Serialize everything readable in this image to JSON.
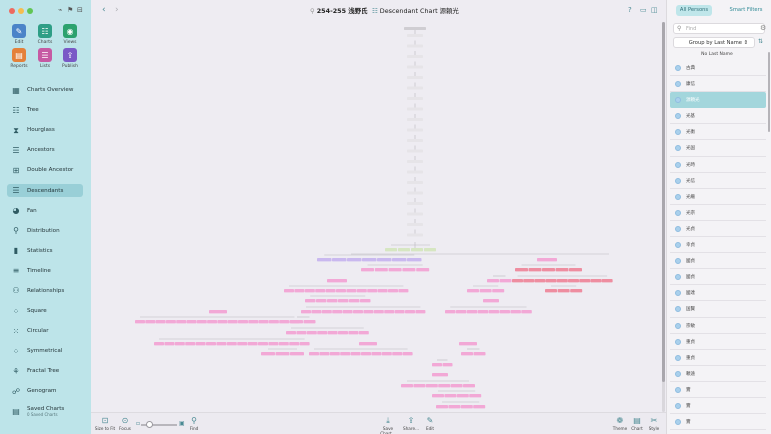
{
  "colors": {
    "sidebar_bg": "#bde4e9",
    "accent": "#4a8a93",
    "selected_row": "#a3d6dc",
    "tab_active_bg": "#bfe6ea",
    "tab_active_text": "#2f6f78",
    "pink_box": "#f2a8d6",
    "purple_box": "#c9b8ef",
    "red_box": "#ee8da0",
    "gray_box": "#e6e4e8",
    "green_box": "#d6e6c2"
  },
  "toolbar": {
    "tools": [
      {
        "label": "Edit",
        "icon": "pencil-icon",
        "color": "#4b84c8"
      },
      {
        "label": "Charts",
        "icon": "charts-icon",
        "color": "#2e9e86"
      },
      {
        "label": "Views",
        "icon": "eye-icon",
        "color": "#2ca26e"
      },
      {
        "label": "Reports",
        "icon": "reports-icon",
        "color": "#e4813a"
      },
      {
        "label": "Lists",
        "icon": "lists-icon",
        "color": "#c65aa3"
      },
      {
        "label": "Publish",
        "icon": "publish-icon",
        "color": "#7a59c6"
      }
    ]
  },
  "sidebar": {
    "items": [
      {
        "label": "Charts Overview",
        "icon": "grid-icon",
        "glyph": "▦"
      },
      {
        "label": "Tree",
        "icon": "tree-icon",
        "glyph": "☷"
      },
      {
        "label": "Hourglass",
        "icon": "hourglass-icon",
        "glyph": "⧗"
      },
      {
        "label": "Ancestors",
        "icon": "ancestors-icon",
        "glyph": "☰"
      },
      {
        "label": "Double Ancestor",
        "icon": "double-ancestor-icon",
        "glyph": "⊞"
      },
      {
        "label": "Descendants",
        "icon": "descendants-icon",
        "glyph": "☰",
        "active": true
      },
      {
        "label": "Fan",
        "icon": "fan-icon",
        "glyph": "◕"
      },
      {
        "label": "Distribution",
        "icon": "distribution-icon",
        "glyph": "⚲"
      },
      {
        "label": "Statistics",
        "icon": "statistics-icon",
        "glyph": "▮"
      },
      {
        "label": "Timeline",
        "icon": "timeline-icon",
        "glyph": "≡"
      },
      {
        "label": "Relationships",
        "icon": "relationships-icon",
        "glyph": "⚇"
      },
      {
        "label": "Square",
        "icon": "square-icon",
        "glyph": "⁘"
      },
      {
        "label": "Circular",
        "icon": "circular-icon",
        "glyph": "⁙"
      },
      {
        "label": "Symmetrical",
        "icon": "symmetrical-icon",
        "glyph": "⁘"
      },
      {
        "label": "Fractal Tree",
        "icon": "fractal-tree-icon",
        "glyph": "⚘"
      },
      {
        "label": "Genogram",
        "icon": "genogram-icon",
        "glyph": "☍"
      },
      {
        "label": "Saved Charts",
        "icon": "saved-charts-icon",
        "glyph": "▤",
        "sub": "0 Saved Charts"
      }
    ]
  },
  "header": {
    "person_label": "254-255 浅野氏",
    "chart_label": "Descendant Chart 源頼光"
  },
  "bottombar": {
    "left_tools": [
      {
        "label": "Size to Fit",
        "icon": "size-to-fit-icon",
        "glyph": "⊡"
      },
      {
        "label": "Focus",
        "icon": "focus-icon",
        "glyph": "⊙"
      }
    ],
    "find_label": "Find",
    "right_tools": [
      {
        "label": "Save Chart...",
        "icon": "save-chart-icon",
        "glyph": "⤓"
      },
      {
        "label": "Share...",
        "icon": "share-icon",
        "glyph": "⇪"
      },
      {
        "label": "Edit",
        "icon": "edit-icon",
        "glyph": "✎"
      }
    ],
    "far_right_tools": [
      {
        "label": "Theme",
        "icon": "theme-icon",
        "glyph": "❁"
      },
      {
        "label": "Chart",
        "icon": "chart-icon",
        "glyph": "▤"
      },
      {
        "label": "Style",
        "icon": "style-icon",
        "glyph": "✂"
      }
    ]
  },
  "right_panel": {
    "tabs": [
      "All Persons",
      "Smart Filters"
    ],
    "search_placeholder": "Find",
    "group_by": "Group by Last Name",
    "section_title": "No Last Name",
    "persons": [
      {
        "name": "古典"
      },
      {
        "name": "康信"
      },
      {
        "name": "源頼光",
        "selected": true
      },
      {
        "name": "光基"
      },
      {
        "name": "光衡"
      },
      {
        "name": "光国"
      },
      {
        "name": "光時"
      },
      {
        "name": "光信"
      },
      {
        "name": "光繼"
      },
      {
        "name": "光宗"
      },
      {
        "name": "光貞"
      },
      {
        "name": "幸貞"
      },
      {
        "name": "國貞"
      },
      {
        "name": "國貞"
      },
      {
        "name": "國達"
      },
      {
        "name": "国賢"
      },
      {
        "name": "宗敏"
      },
      {
        "name": "重貞"
      },
      {
        "name": "重貞"
      },
      {
        "name": "頼遠"
      },
      {
        "name": "實"
      },
      {
        "name": "實"
      },
      {
        "name": "實"
      }
    ]
  },
  "chart_data": {
    "type": "table",
    "description_kind": "descendant tree"
  }
}
